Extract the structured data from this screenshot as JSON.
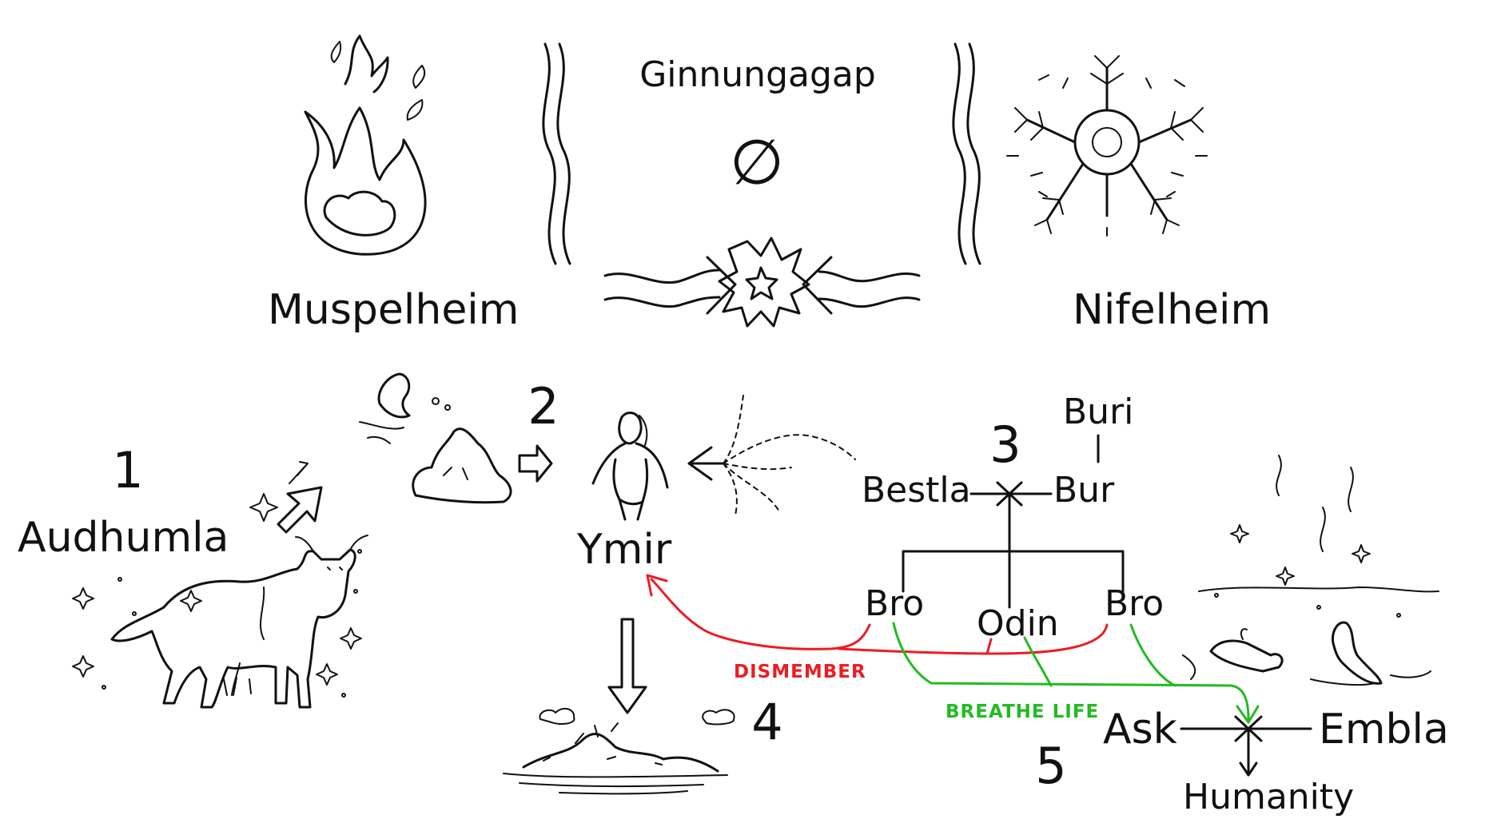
{
  "colors": {
    "ink": "#111111",
    "dismember": "#ec1c24",
    "breathe_life": "#22bb22",
    "background": "#ffffff"
  },
  "realms": {
    "muspelheim": {
      "label": "Muspelheim",
      "icon": "fire-icon"
    },
    "ginnungagap": {
      "label": "Ginnungagap",
      "symbol": "∅",
      "icon": "collision-burst-icon"
    },
    "nifelheim": {
      "label": "Nifelheim",
      "icon": "snowflake-icon"
    }
  },
  "steps": {
    "one": {
      "number": "1",
      "label": "Audhumla",
      "icon": "cow-icon"
    },
    "two": {
      "number": "2",
      "icon": "ice-block-icon"
    },
    "three": {
      "number": "3"
    },
    "four": {
      "number": "4",
      "icon": "land-and-sea-icon"
    },
    "five": {
      "number": "5",
      "icon": "driftwood-figures-icon"
    }
  },
  "figures": {
    "ymir": "Ymir"
  },
  "family": {
    "buri": "Buri",
    "bestla": "Bestla",
    "bur": "Bur",
    "bro_left": "Bro",
    "odin": "Odin",
    "bro_right": "Bro"
  },
  "actions": {
    "dismember": "DISMEMBER",
    "breathe_life": "BREATHE LIFE"
  },
  "humans": {
    "ask": "Ask",
    "embla": "Embla",
    "humanity": "Humanity"
  }
}
